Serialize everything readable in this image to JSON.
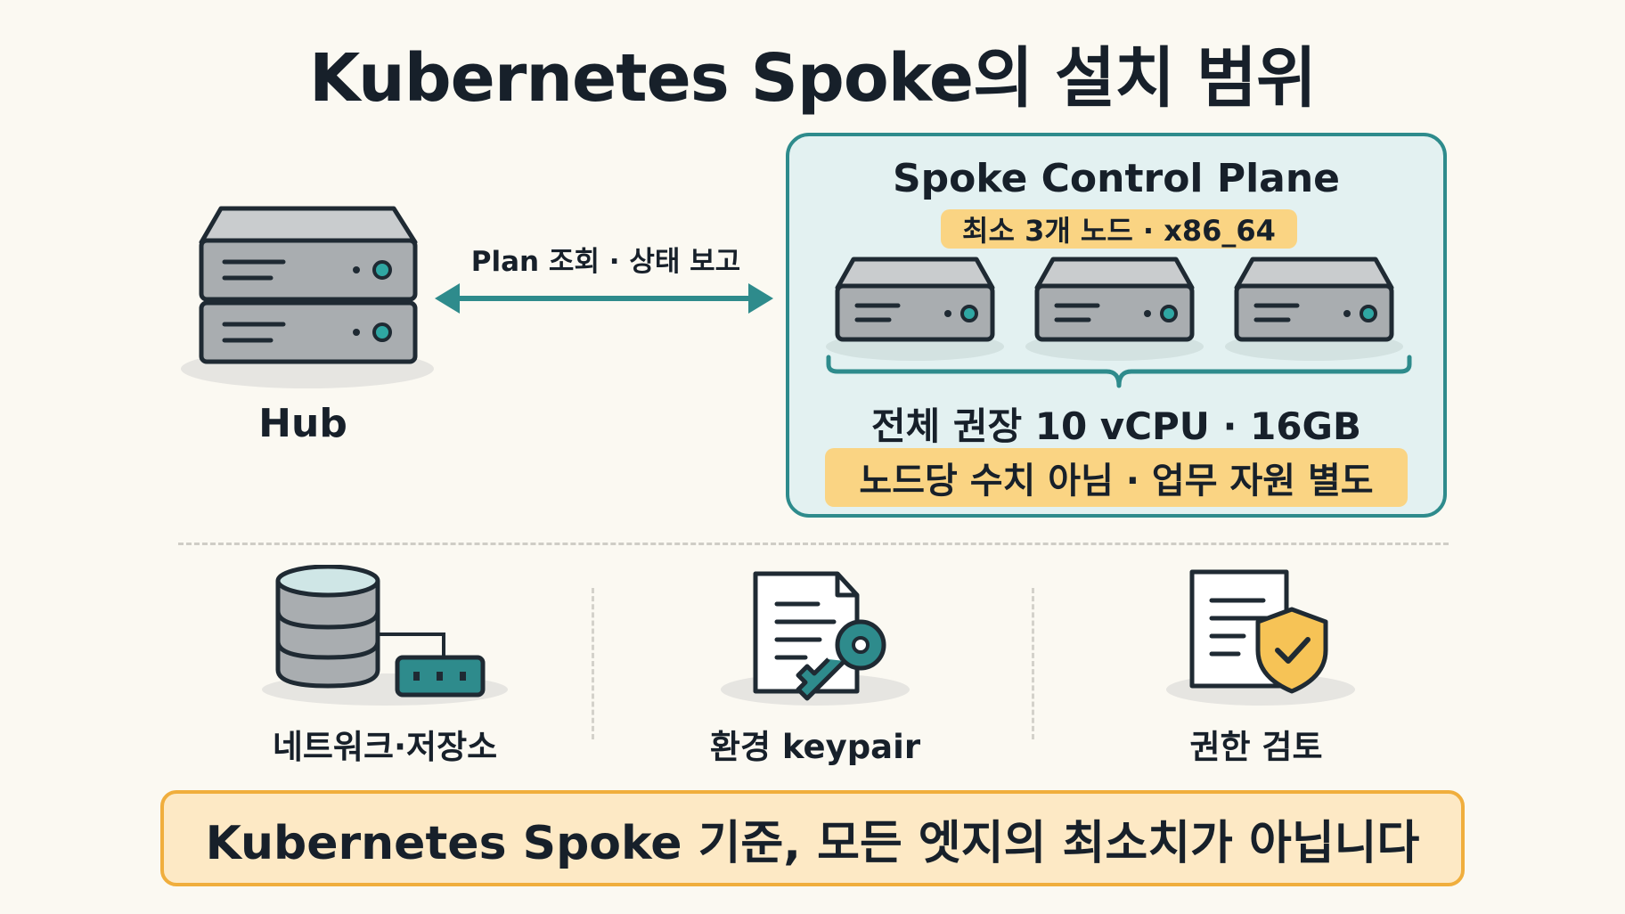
{
  "title": "Kubernetes Spoke의 설치 범위",
  "hub": {
    "label": "Hub"
  },
  "link": {
    "label": "Plan 조회 · 상태 보고"
  },
  "control_plane": {
    "title": "Spoke Control Plane",
    "tag": "최소 3개 노드 · x86_64",
    "total": "전체 권장 10 vCPU · 16GB",
    "note": "노드당 수치 아님 · 업무 자원 별도"
  },
  "requirements": [
    {
      "label": "네트워크·저장소",
      "icon": "database-network-icon"
    },
    {
      "label": "환경 keypair",
      "icon": "document-key-icon"
    },
    {
      "label": "권한 검토",
      "icon": "document-shield-icon"
    }
  ],
  "footer": {
    "text": "Kubernetes Spoke 기준, 모든 엣지의 최소치가 아닙니다"
  },
  "colors": {
    "teal": "#2e8b8c",
    "panel_bg": "#e3f1f1",
    "amber": "#fad483",
    "footer_border": "#f0ae3d",
    "footer_bg": "#fde9c5",
    "server_gray": "#a9adb0"
  }
}
